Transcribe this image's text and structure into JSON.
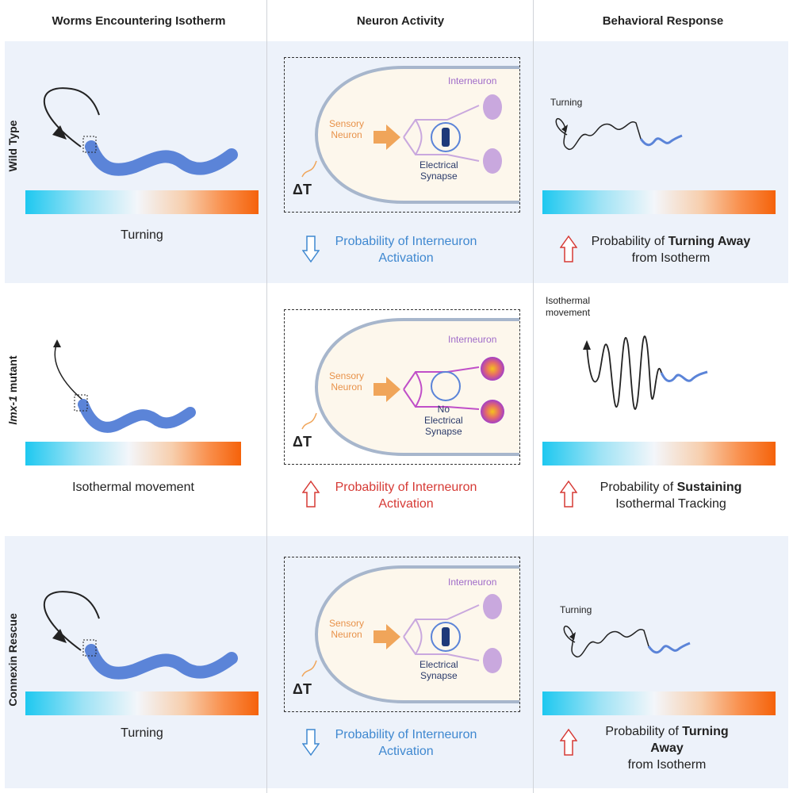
{
  "headers": {
    "col1": "Worms Encountering Isotherm",
    "col2": "Neuron Activity",
    "col3": "Behavioral Response"
  },
  "rows": [
    {
      "label": "Wild Type",
      "worm_caption": "Turning",
      "neuron": {
        "interneuron": "Interneuron",
        "sensory_line1": "Sensory",
        "sensory_line2": "Neuron",
        "synapse_line1": "Electrical",
        "synapse_line2": "Synapse",
        "delta": "ΔT"
      },
      "prob_line1": "Probability of Interneuron",
      "prob_line2": "Activation",
      "behavior_label": "Turning",
      "response_prefix": "Probability of ",
      "response_bold": "Turning Away",
      "response_line2": "from Isotherm"
    },
    {
      "label_italic": "lmx-1",
      "label_rest": " mutant",
      "worm_caption": "Isothermal movement",
      "neuron": {
        "interneuron": "Interneuron",
        "sensory_line1": "Sensory",
        "sensory_line2": "Neuron",
        "synapse_line1": "No",
        "synapse_line2": "Electrical",
        "synapse_line3": "Synapse",
        "delta": "ΔT"
      },
      "prob_line1": "Probability of Interneuron",
      "prob_line2": "Activation",
      "behavior_label_line1": "Isothermal",
      "behavior_label_line2": "movement",
      "response_prefix": "Probability of ",
      "response_bold": "Sustaining",
      "response_line2": "Isothermal Tracking"
    },
    {
      "label": "Connexin Rescue",
      "worm_caption": "Turning",
      "neuron": {
        "interneuron": "Interneuron",
        "sensory_line1": "Sensory",
        "sensory_line2": "Neuron",
        "synapse_line1": "Electrical",
        "synapse_line2": "Synapse",
        "delta": "ΔT"
      },
      "prob_line1": "Probability of Interneuron",
      "prob_line2": "Activation",
      "behavior_label": "Turning",
      "response_prefix": "Probability of ",
      "response_bold_line1": "Turning",
      "response_bold_line2": "Away",
      "response_line3": "from Isotherm"
    }
  ],
  "colors": {
    "band": "#edf2fa",
    "blue_text": "#3f88d0",
    "red_text": "#d63a35",
    "orange": "#f0a55a",
    "purple": "#c9a8de",
    "worm_blue": "#5b84d8",
    "synapse_blue": "#1e3a7a"
  }
}
